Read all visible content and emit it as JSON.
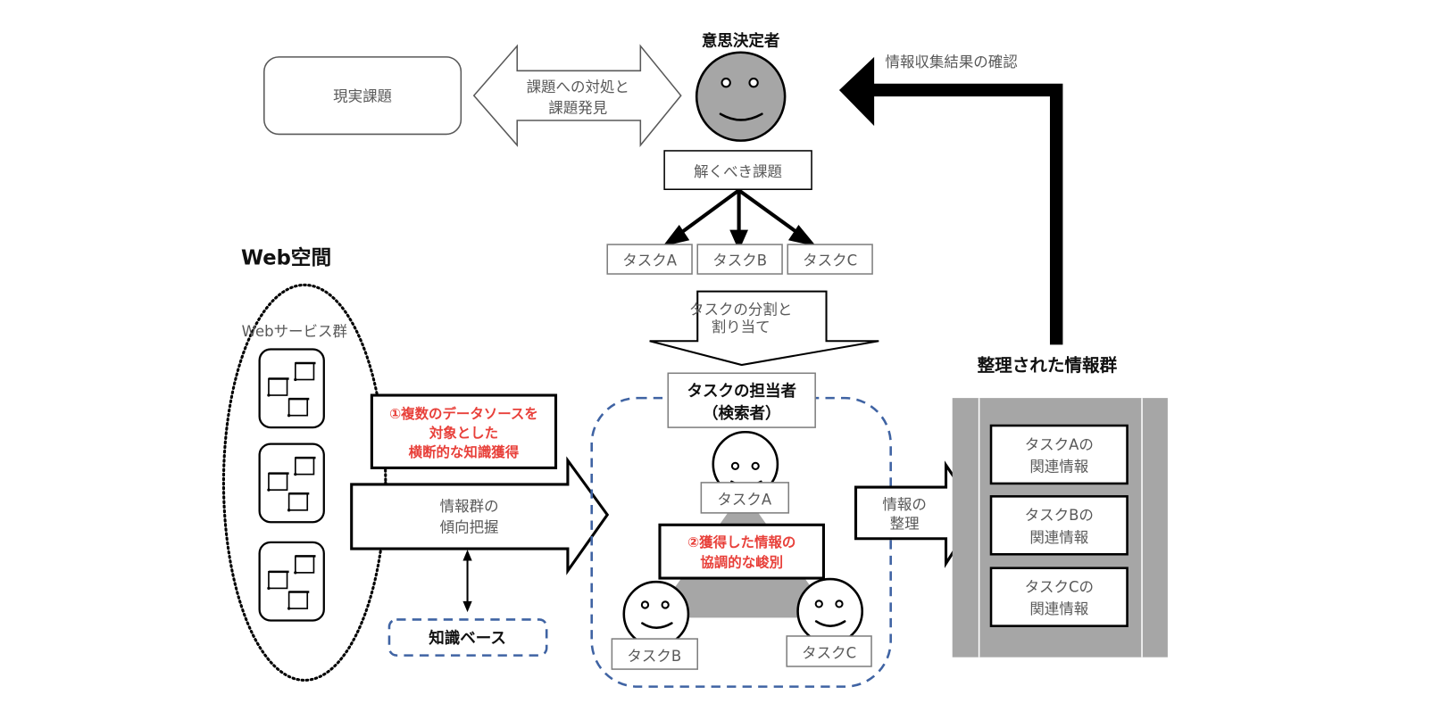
{
  "colors": {
    "red_text": "#e8403a",
    "blue_dash": "#3f63a3",
    "face_gray": "#a6a6a6",
    "panel_gray": "#a6a6a6",
    "text_gray": "#595959"
  },
  "top": {
    "real_issue": "現実課題",
    "double_arrow_line1": "課題への対処と",
    "double_arrow_line2": "課題発見",
    "decision_maker_title": "意思決定者",
    "issue_to_solve": "解くべき課題",
    "tasks": [
      "タスクA",
      "タスクB",
      "タスクC"
    ],
    "feedback_label": "情報収集結果の確認"
  },
  "split_arrow": {
    "line1": "タスクの分割と",
    "line2": "割り当て"
  },
  "web": {
    "title": "Web空間",
    "services_label": "Webサービス群",
    "knowledge_step_line1": "①複数のデータソースを",
    "knowledge_step_line2": "対象とした",
    "knowledge_step_line3": "横断的な知識獲得",
    "trend_arrow_line1": "情報群の",
    "trend_arrow_line2": "傾向把握",
    "knowledge_base": "知識ベース"
  },
  "searchers": {
    "title_line1": "タスクの担当者",
    "title_line2": "（検索者）",
    "task_a": "タスクA",
    "task_b": "タスクB",
    "task_c": "タスクC",
    "collab_line1": "②獲得した情報の",
    "collab_line2": "協調的な峻別"
  },
  "organize_arrow": {
    "line1": "情報の",
    "line2": "整理"
  },
  "organized": {
    "title": "整理された情報群",
    "items": [
      {
        "line1": "タスクAの",
        "line2": "関連情報"
      },
      {
        "line1": "タスクBの",
        "line2": "関連情報"
      },
      {
        "line1": "タスクCの",
        "line2": "関連情報"
      }
    ]
  }
}
